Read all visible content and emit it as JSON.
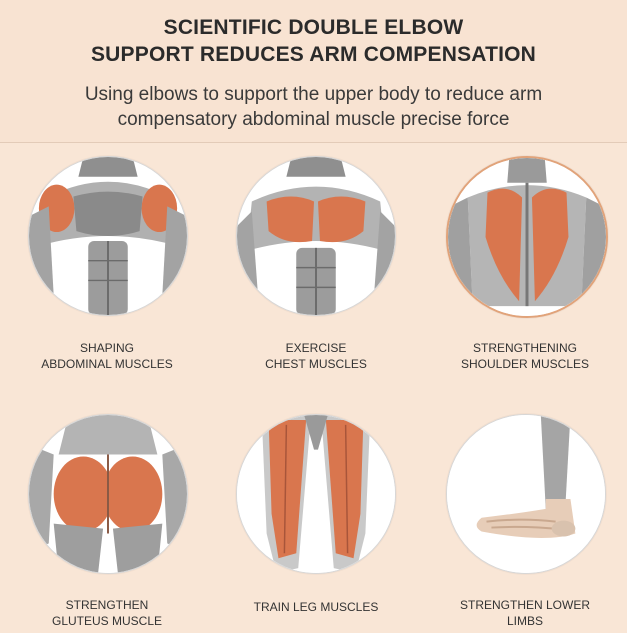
{
  "header": {
    "title_line1": "SCIENTIFIC DOUBLE ELBOW",
    "title_line2": "SUPPORT REDUCES ARM COMPENSATION",
    "subtitle_line1": "Using elbows to support the upper body to reduce arm",
    "subtitle_line2": "compensatory abdominal muscle precise force"
  },
  "items": [
    {
      "line1": "SHAPING",
      "line2": "ABDOMINAL MUSCLES"
    },
    {
      "line1": "EXERCISE",
      "line2": "CHEST MUSCLES"
    },
    {
      "line1": "STRENGTHENING",
      "line2": "SHOULDER MUSCLES"
    },
    {
      "line1": "STRENGTHEN",
      "line2": "GLUTEUS MUSCLE"
    },
    {
      "line1": "TRAIN LEG MUSCLES",
      "line2": ""
    },
    {
      "line1": "STRENGTHEN LOWER",
      "line2": "LIMBS"
    }
  ],
  "colors": {
    "background": "#f9e6d6",
    "muscle_highlight": "#d9764e",
    "muscle_gray": "#9a9a9a"
  }
}
